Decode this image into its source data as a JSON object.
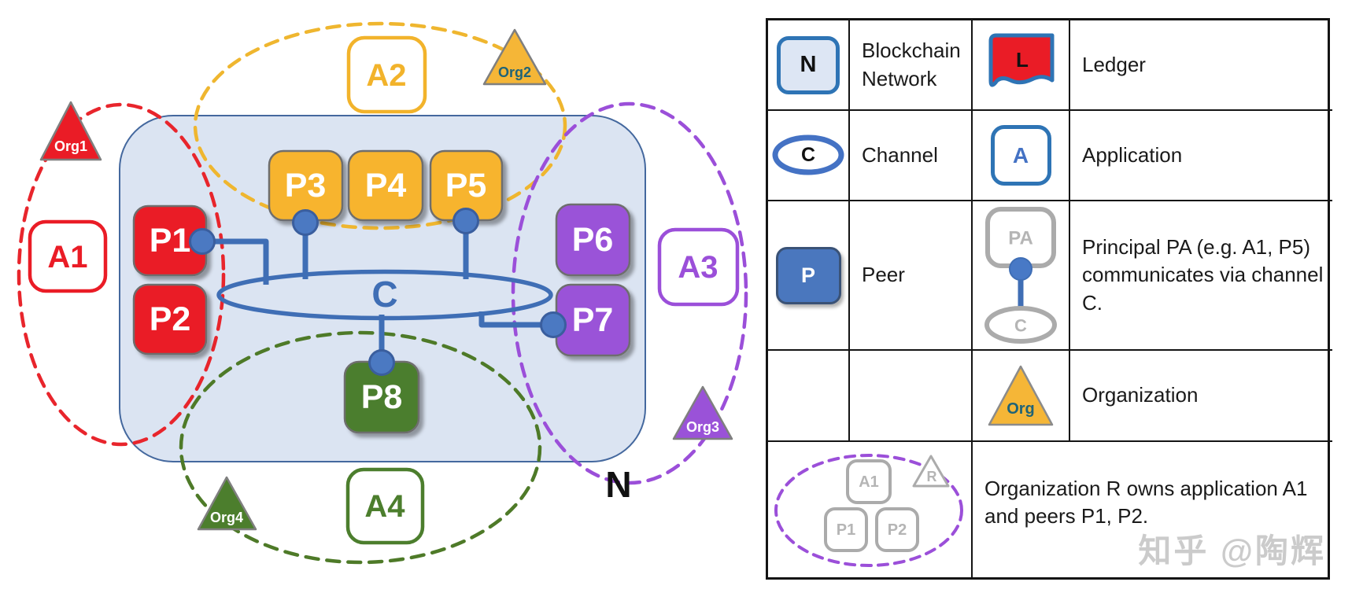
{
  "diagram": {
    "network_label": "N",
    "channel_label": "C",
    "peers": {
      "p1": "P1",
      "p2": "P2",
      "p3": "P3",
      "p4": "P4",
      "p5": "P5",
      "p6": "P6",
      "p7": "P7",
      "p8": "P8"
    },
    "apps": {
      "a1": "A1",
      "a2": "A2",
      "a3": "A3",
      "a4": "A4"
    },
    "orgs": {
      "org1": "Org1",
      "org2": "Org2",
      "org3": "Org3",
      "org4": "Org4"
    }
  },
  "legend": {
    "rows": [
      {
        "icon1": "N",
        "label1": "Blockchain Network",
        "icon2": "L",
        "label2": "Ledger"
      },
      {
        "icon1": "C",
        "label1": "Channel",
        "icon2": "A",
        "label2": "Application"
      },
      {
        "icon1": "P",
        "label1": "Peer",
        "icon2_pa": "PA",
        "icon2_c": "C",
        "label2": "Principal PA (e.g. A1, P5) communicates via channel C."
      },
      {
        "icon2": "Org",
        "label2": "Organization"
      },
      {
        "mini": {
          "a1": "A1",
          "r": "R",
          "p1": "P1",
          "p2": "P2"
        },
        "text": "Organization R owns application A1 and peers P1, P2."
      }
    ]
  },
  "watermark": "知乎 @陶辉",
  "colors": {
    "red": "#ea1c26",
    "yellow": "#f5b42c",
    "purple": "#9a52d8",
    "green": "#4c7e2d",
    "peer_blue": "#4a77be",
    "channel_blue": "#3f6eb5",
    "network_fill": "#dbe4f2",
    "network_stroke": "#44689e",
    "legend_blue": "#2e74b5",
    "gray": "#ababab",
    "org_text_teal": "#1f6377"
  }
}
